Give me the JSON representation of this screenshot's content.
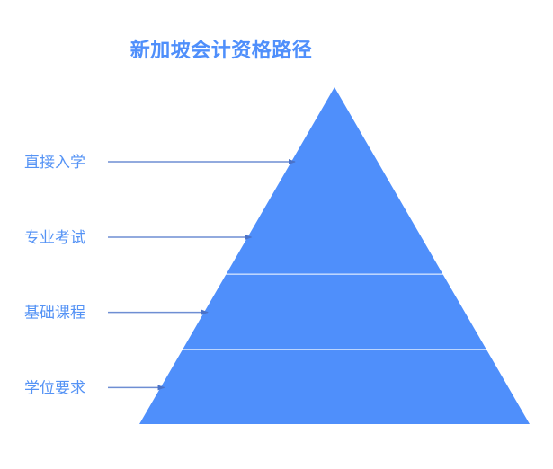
{
  "title": "新加坡会计资格路径",
  "colors": {
    "fill": "#4f8ffb",
    "label": "#5593f5",
    "arrow": "#4a72c8",
    "separator": "#ffffff"
  },
  "levels": [
    {
      "label": "直接入学"
    },
    {
      "label": "专业考试"
    },
    {
      "label": "基础课程"
    },
    {
      "label": "学位要求"
    }
  ]
}
